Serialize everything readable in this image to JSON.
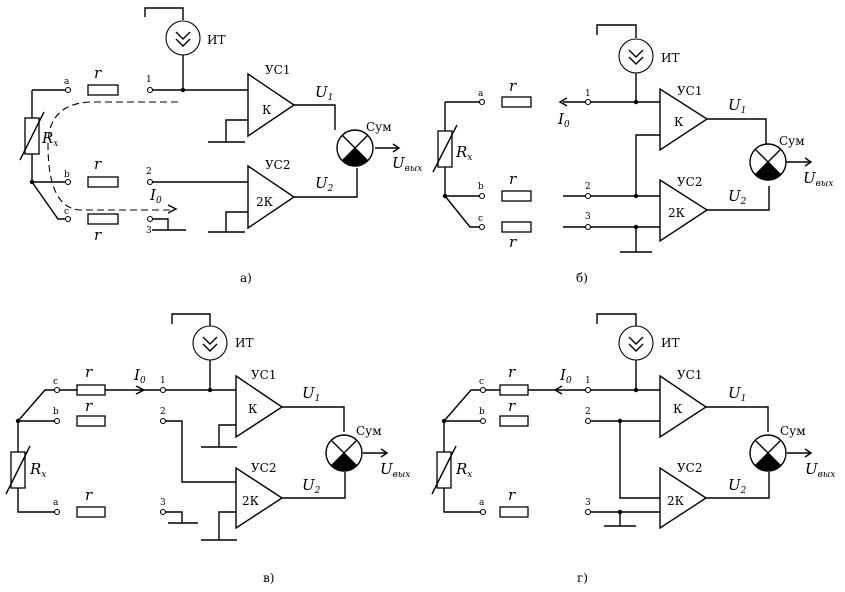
{
  "diagrams": [
    {
      "id": "a",
      "caption": "а)",
      "current_source": "ИТ",
      "amp1": "УС1",
      "amp1_gain": "К",
      "amp2": "УС2",
      "amp2_gain": "2К",
      "summer": "Сум",
      "resistor": "r",
      "rx_main": "R",
      "rx_sub": "x",
      "u1_main": "U",
      "u1_sub": "1",
      "u2_main": "U",
      "u2_sub": "2",
      "uout_main": "U",
      "uout_sub": "вых",
      "i0_main": "I",
      "i0_sub": "0",
      "nodes": [
        "a",
        "b",
        "c"
      ],
      "terminals": [
        "1",
        "2",
        "3"
      ]
    },
    {
      "id": "b",
      "caption": "б)",
      "current_source": "ИТ",
      "amp1": "УС1",
      "amp1_gain": "К",
      "amp2": "УС2",
      "amp2_gain": "2К",
      "summer": "Сум",
      "resistor": "r",
      "rx_main": "R",
      "rx_sub": "x",
      "u1_main": "U",
      "u1_sub": "1",
      "u2_main": "U",
      "u2_sub": "2",
      "uout_main": "U",
      "uout_sub": "вых",
      "i0_main": "I",
      "i0_sub": "0",
      "nodes": [
        "a",
        "b",
        "c"
      ],
      "terminals": [
        "1",
        "2",
        "3"
      ]
    },
    {
      "id": "v",
      "caption": "в)",
      "current_source": "ИТ",
      "amp1": "УС1",
      "amp1_gain": "К",
      "amp2": "УС2",
      "amp2_gain": "2К",
      "summer": "Сум",
      "resistor": "r",
      "rx_main": "R",
      "rx_sub": "x",
      "u1_main": "U",
      "u1_sub": "1",
      "u2_main": "U",
      "u2_sub": "2",
      "uout_main": "U",
      "uout_sub": "вых",
      "i0_main": "I",
      "i0_sub": "0",
      "nodes": [
        "c",
        "b",
        "a"
      ],
      "terminals": [
        "1",
        "2",
        "3"
      ]
    },
    {
      "id": "g",
      "caption": "г)",
      "current_source": "ИТ",
      "amp1": "УС1",
      "amp1_gain": "К",
      "amp2": "УС2",
      "amp2_gain": "2К",
      "summer": "Сум",
      "resistor": "r",
      "rx_main": "R",
      "rx_sub": "x",
      "u1_main": "U",
      "u1_sub": "1",
      "u2_main": "U",
      "u2_sub": "2",
      "uout_main": "U",
      "uout_sub": "вых",
      "i0_main": "I",
      "i0_sub": "0",
      "nodes": [
        "c",
        "b",
        "a"
      ],
      "terminals": [
        "1",
        "2",
        "3"
      ]
    }
  ]
}
